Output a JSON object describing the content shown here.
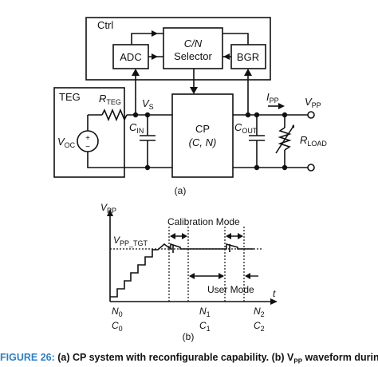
{
  "circuit": {
    "ctrl_label": "Ctrl",
    "adc_label": "ADC",
    "selector_line1": "C/N",
    "selector_line2": "Selector",
    "bgr_label": "BGR",
    "teg_label": "TEG",
    "rteg_main": "R",
    "rteg_sub": "TEG",
    "voc_main": "V",
    "voc_sub": "OC",
    "vs_main": "V",
    "vs_sub": "S",
    "cin_main": "C",
    "cin_sub": "IN",
    "cp_line1": "CP",
    "cp_line2": "(C, N)",
    "ipp_main": "I",
    "ipp_sub": "PP",
    "vpp_main": "V",
    "vpp_sub": "PP",
    "cout_main": "C",
    "cout_sub": "OUT",
    "rload_main": "R",
    "rload_sub": "LOAD",
    "panel_label": "(a)"
  },
  "waveform": {
    "yaxis_main": "V",
    "yaxis_sub": "PP",
    "target_main": "V",
    "target_sub": "PP_TGT",
    "calibration_label": "Calibration Mode",
    "user_label": "User Mode",
    "t_label": "t",
    "n0_main": "N",
    "n0_sub": "0",
    "c0_main": "C",
    "c0_sub": "0",
    "n1_main": "N",
    "n1_sub": "1",
    "c1_main": "C",
    "c1_sub": "1",
    "n2_main": "N",
    "n2_sub": "2",
    "c2_main": "C",
    "c2_sub": "2",
    "panel_label": "(b)"
  },
  "caption": {
    "tag": "FIGURE 26:",
    "text_a": " (a) CP system with reconfigurable capability. (b) V",
    "text_sub": "PP",
    "text_b": " waveform during ramping-"
  }
}
